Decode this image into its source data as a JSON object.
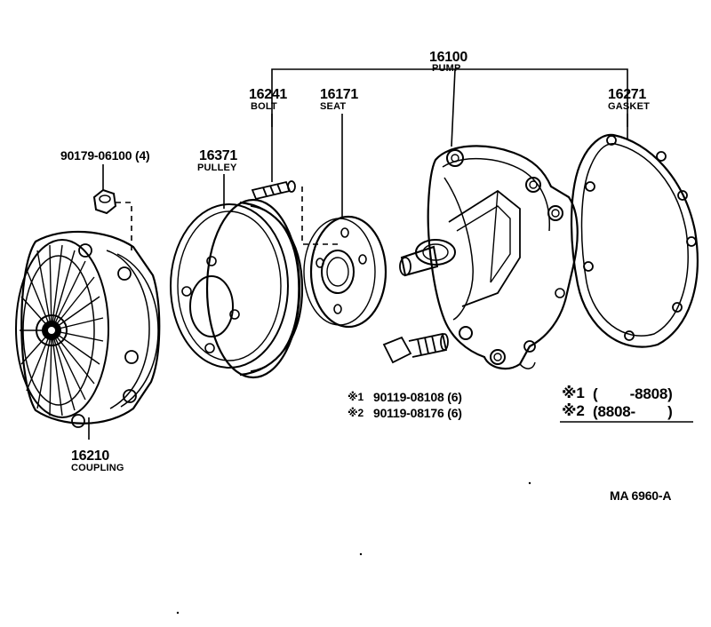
{
  "labels": {
    "pump": {
      "number": "16100",
      "name": "PUMP"
    },
    "bolt": {
      "number": "16241",
      "name": "BOLT"
    },
    "seat": {
      "number": "16171",
      "name": "SEAT"
    },
    "gasket": {
      "number": "16271",
      "name": "GASKET"
    },
    "pulley": {
      "number": "16371",
      "name": "PULLEY"
    },
    "nut": {
      "number": "90179-06100 (4)"
    },
    "coupling": {
      "number": "16210",
      "name": "COUPLING"
    },
    "bolt_var1": {
      "mark": "※1",
      "number": "90119-08108 (6)"
    },
    "bolt_var2": {
      "mark": "※2",
      "number": "90119-08176 (6)"
    }
  },
  "notes": {
    "note1": {
      "mark": "※1",
      "range": "(        -8808)"
    },
    "note2": {
      "mark": "※2",
      "range": "(8808-        )"
    }
  },
  "diagram_id": "MA 6960-A"
}
